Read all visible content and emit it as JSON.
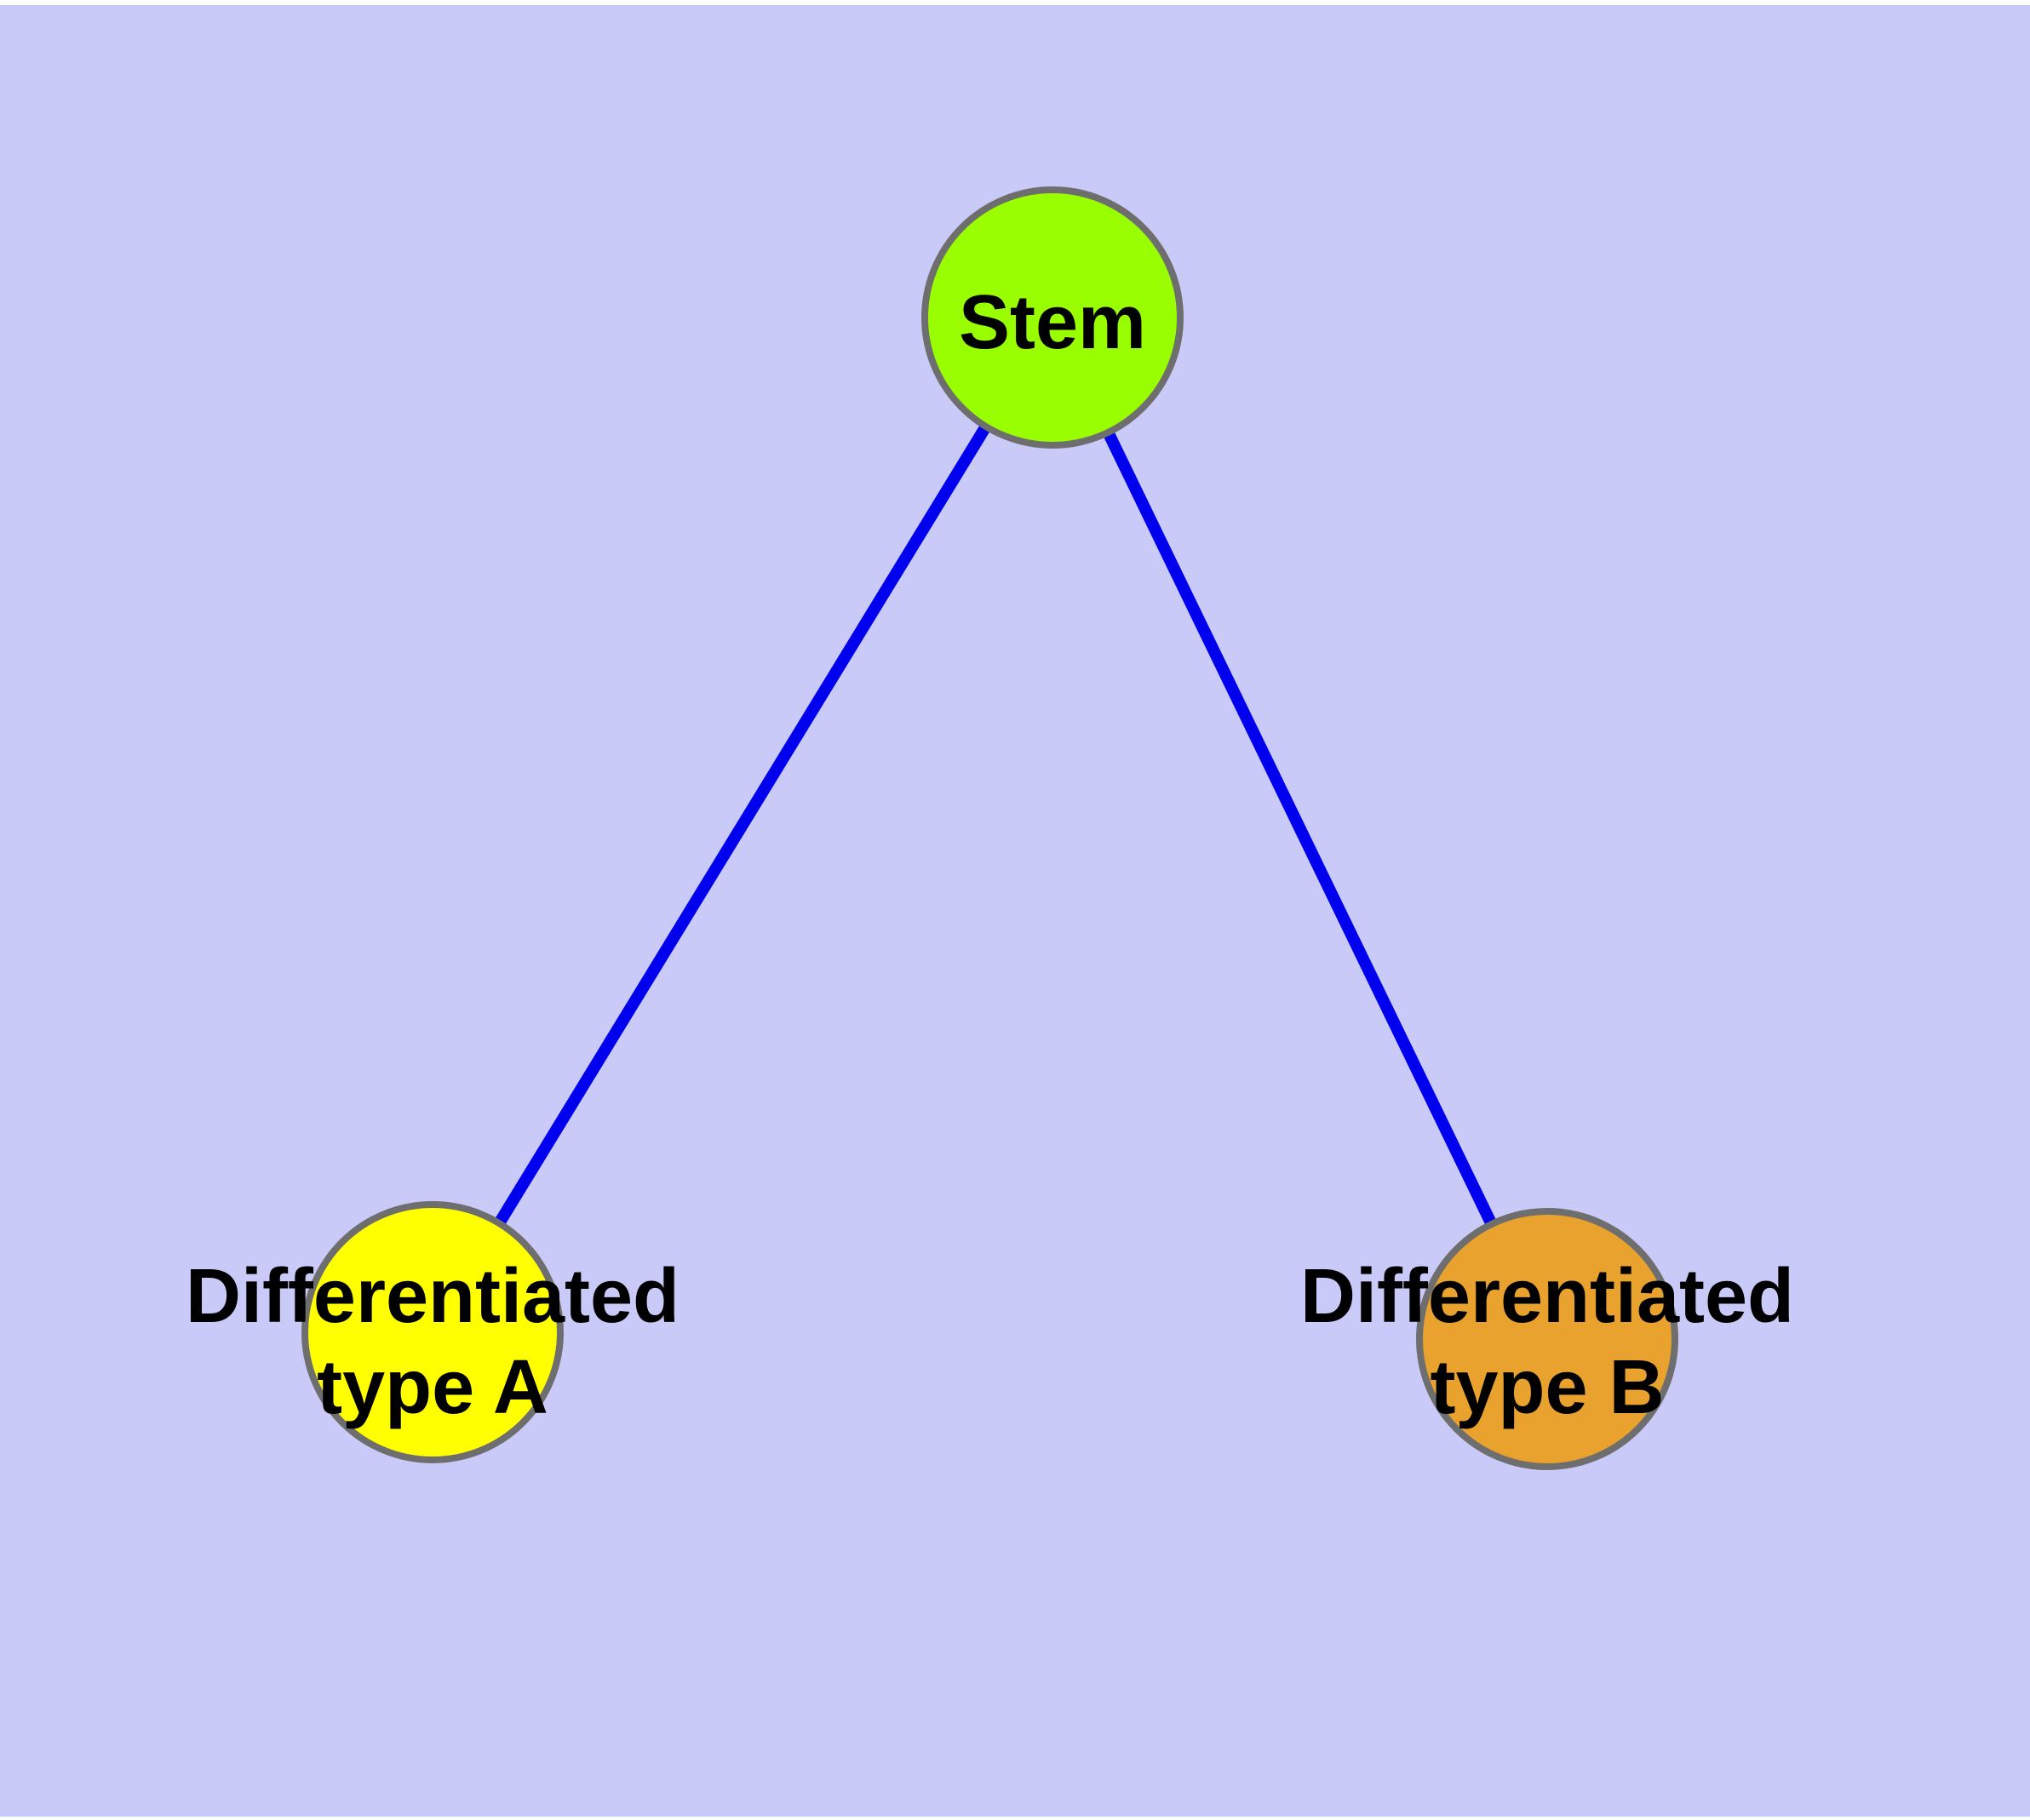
{
  "diagram": {
    "type": "graph",
    "colors": {
      "background": "#CACAF8",
      "page_margin": "#FFFFFF",
      "edge": "#0000EE",
      "node_border": "#6E6E6E",
      "label_text": "#000000"
    },
    "nodes": [
      {
        "id": "stem",
        "label": "Stem",
        "fill": "#99FF00"
      },
      {
        "id": "differentiated-type-a",
        "label": "Differentiated type A",
        "label_line1": "Differentiated",
        "label_line2": "type A",
        "fill": "#FFFF00"
      },
      {
        "id": "differentiated-type-b",
        "label": "Differentiated type B",
        "label_line1": "Differentiated",
        "label_line2": "type B",
        "fill": "#E8A22D"
      }
    ],
    "edges": [
      {
        "from": "Stem",
        "to": "Differentiated type A"
      },
      {
        "from": "Stem",
        "to": "Differentiated type B"
      }
    ]
  }
}
